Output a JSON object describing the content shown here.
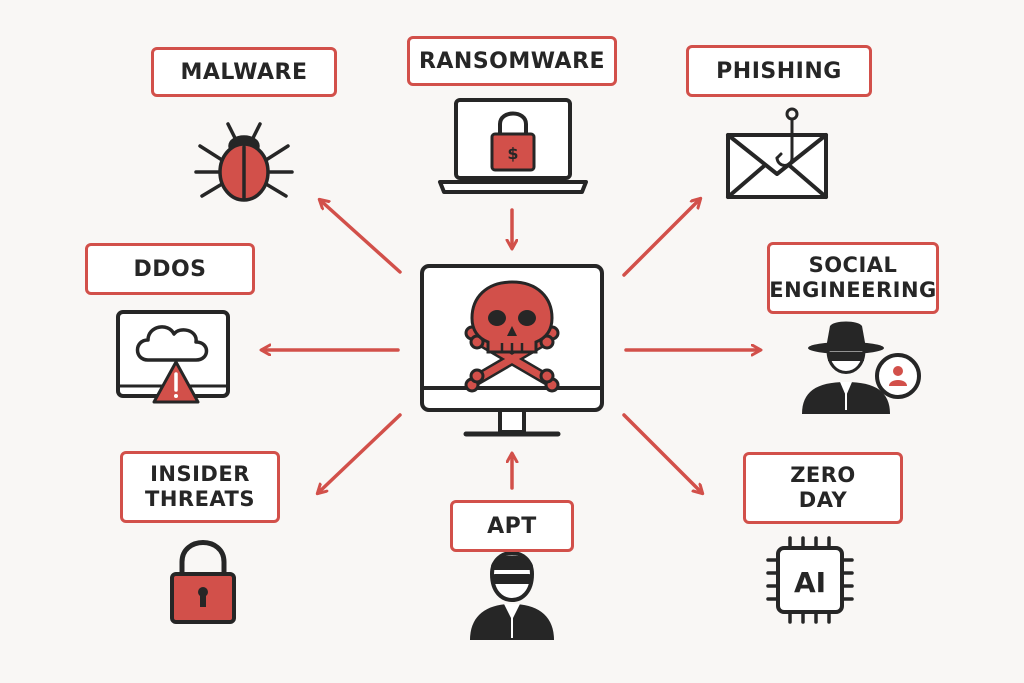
{
  "center": {
    "icon": "computer-skull-crossbones-icon"
  },
  "threats": [
    {
      "id": "malware",
      "label": "MALWARE",
      "icon": "bug-icon"
    },
    {
      "id": "ransomware",
      "label": "RANSOMWARE",
      "icon": "laptop-padlock-dollar-icon"
    },
    {
      "id": "phishing",
      "label": "PHISHING",
      "icon": "envelope-fishhook-icon"
    },
    {
      "id": "ddos",
      "label": "DDOS",
      "icon": "monitor-cloud-warning-icon"
    },
    {
      "id": "social-engineering",
      "label": "SOCIAL\nENGINEERING",
      "icon": "hooded-spy-user-icon"
    },
    {
      "id": "insider-threats",
      "label": "INSIDER\nTHREATS",
      "icon": "padlock-icon"
    },
    {
      "id": "apt",
      "label": "APT",
      "icon": "masked-hacker-icon"
    },
    {
      "id": "zero-day",
      "label": "ZERO\nDAY",
      "icon": "ai-chip-icon",
      "icon_text": "AI"
    }
  ],
  "colors": {
    "accent": "#d2504a",
    "ink": "#262626",
    "background": "#f9f7f5"
  }
}
